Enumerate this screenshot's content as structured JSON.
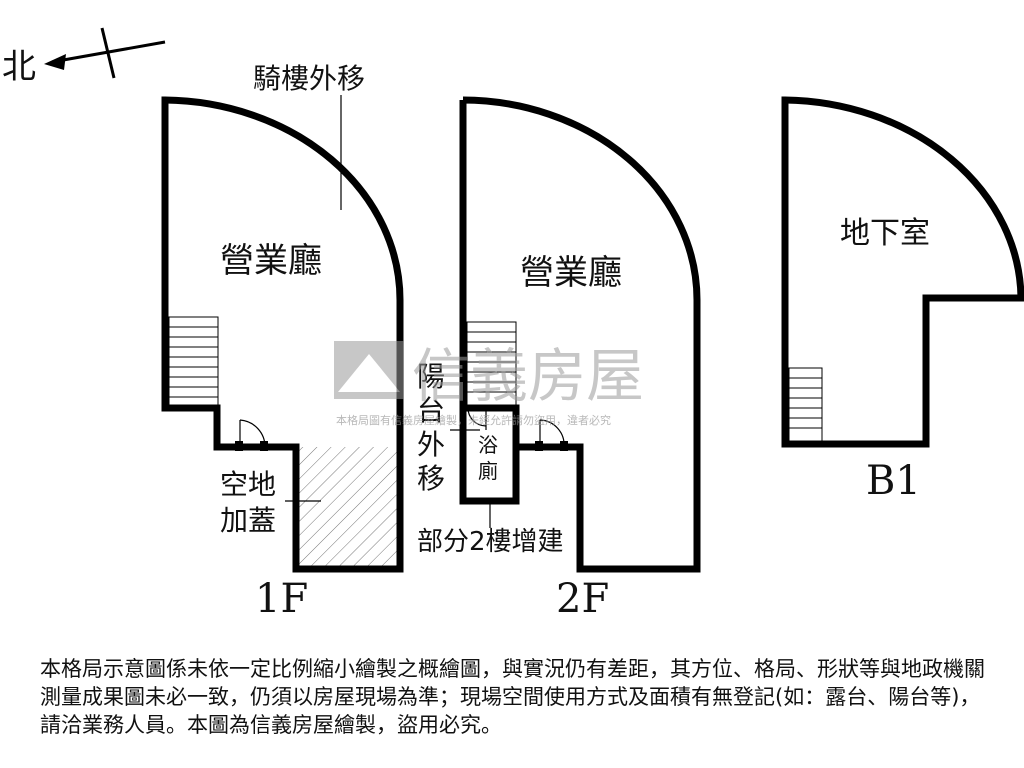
{
  "compass": {
    "label": "北"
  },
  "floors": [
    {
      "id": "1F",
      "label": "1F",
      "room_name": "營業廳",
      "arcade_note": "騎樓外移",
      "addition_note_lines": [
        "空地",
        "加蓋"
      ]
    },
    {
      "id": "2F",
      "label": "2F",
      "room_name": "營業廳",
      "balcony_note_chars": [
        "陽",
        "台",
        "外",
        "移"
      ],
      "bathroom_chars": [
        "浴",
        "廁"
      ],
      "extension_note": "部分2樓增建"
    },
    {
      "id": "B1",
      "label": "B1",
      "room_name": "地下室"
    }
  ],
  "watermark": {
    "brand": "信義房屋",
    "note": "本格局圖有信義房屋繪製，未經允許請勿盜用，違者必究"
  },
  "disclaimer": "本格局示意圖係未依一定比例縮小繪製之概繪圖，與實況仍有差距，其方位、格局、形狀等與地政機關測量成果圖未必一致，仍須以房屋現場為準；現場空間使用方式及面積有無登記(如：露台、陽台等)，請洽業務人員。本圖為信義房屋繪製，盜用必究。"
}
